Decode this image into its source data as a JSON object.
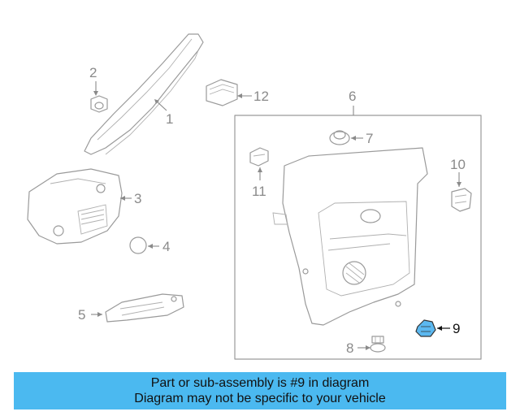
{
  "diagram": {
    "highlight_color": "#5bb8f0",
    "callouts": [
      {
        "id": "1",
        "label": "1"
      },
      {
        "id": "2",
        "label": "2"
      },
      {
        "id": "3",
        "label": "3"
      },
      {
        "id": "4",
        "label": "4"
      },
      {
        "id": "5",
        "label": "5"
      },
      {
        "id": "6",
        "label": "6"
      },
      {
        "id": "7",
        "label": "7"
      },
      {
        "id": "8",
        "label": "8"
      },
      {
        "id": "9",
        "label": "9"
      },
      {
        "id": "10",
        "label": "10"
      },
      {
        "id": "11",
        "label": "11"
      },
      {
        "id": "12",
        "label": "12"
      }
    ]
  },
  "banner": {
    "line1": "Part or sub-assembly is #9 in diagram",
    "line2": "Diagram may not be specific to your vehicle",
    "background": "#4bb9f0"
  }
}
